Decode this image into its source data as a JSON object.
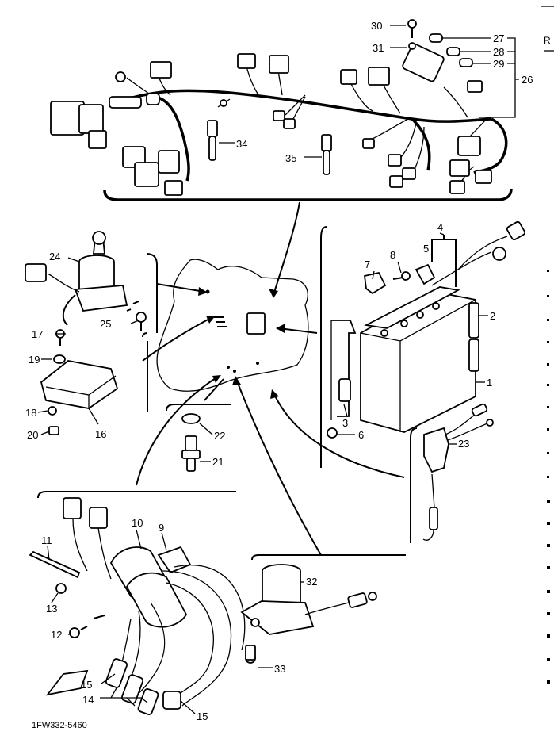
{
  "diagram": {
    "code": "1FW332-5460",
    "edge_letters": "R",
    "callouts": [
      "30",
      "31",
      "27",
      "28",
      "29",
      "26",
      "34",
      "35",
      "24",
      "7",
      "8",
      "5",
      "4",
      "2",
      "1",
      "3",
      "6",
      "17",
      "25",
      "19",
      "16",
      "18",
      "20",
      "22",
      "21",
      "23",
      "11",
      "10",
      "9",
      "13",
      "12",
      "15",
      "14",
      "15",
      "32",
      "33"
    ]
  }
}
